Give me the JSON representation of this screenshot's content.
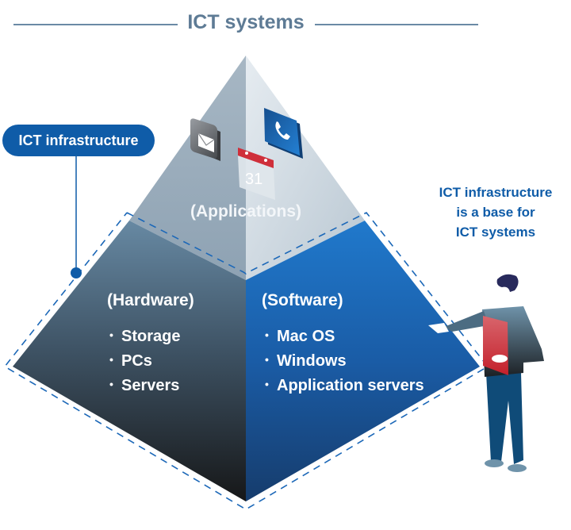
{
  "title": "ICT systems",
  "callout_label": "ICT infrastructure",
  "side_note": {
    "lines": [
      "ICT infrastructure",
      "is a base for",
      "ICT systems"
    ]
  },
  "pyramid": {
    "top": {
      "label": "(Applications)",
      "icons": [
        "mail-icon",
        "calendar-icon",
        "phone-icon"
      ],
      "calendar_day": "31"
    },
    "left": {
      "label": "(Hardware)",
      "items": [
        "Storage",
        "PCs",
        "Servers"
      ]
    },
    "right": {
      "label": "(Software)",
      "items": [
        "Mac OS",
        "Windows",
        "Application servers"
      ]
    }
  },
  "colors": {
    "title": "#5e7b95",
    "accent": "#0f5ca8",
    "top_face_left": "#8fa3b4",
    "top_face_right": "#c9d4dd",
    "hardware_top": "#5f819b",
    "hardware_bottom": "#18191b",
    "software_top": "#1f72c2",
    "software_bottom": "#173f72",
    "folder_red": "#d63a44"
  }
}
